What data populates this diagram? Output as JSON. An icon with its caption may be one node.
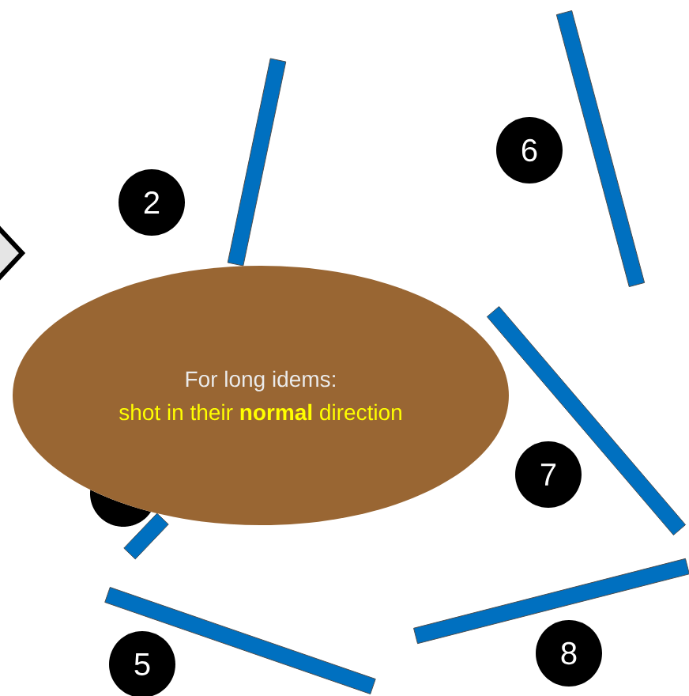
{
  "diagram": {
    "nodes": [
      {
        "text": [
          "6"
        ]
      },
      {
        "text": [
          "2"
        ]
      },
      {
        "text": [],
        "shape": "circle"
      },
      {
        "text": [
          "For long idems:",
          "shot in their **normal** direction"
        ]
      },
      {
        "text": [
          "7"
        ]
      },
      {
        "text": [
          "8"
        ]
      },
      {
        "text": [
          "5"
        ]
      },
      {
        "text": [],
        "shape": "bar"
      },
      {
        "text": [],
        "shape": "bar"
      },
      {
        "text": [],
        "shape": "bar"
      },
      {
        "text": [],
        "shape": "bar"
      },
      {
        "text": [],
        "shape": "bar"
      },
      {
        "text": [],
        "shape": "bar"
      }
    ]
  }
}
